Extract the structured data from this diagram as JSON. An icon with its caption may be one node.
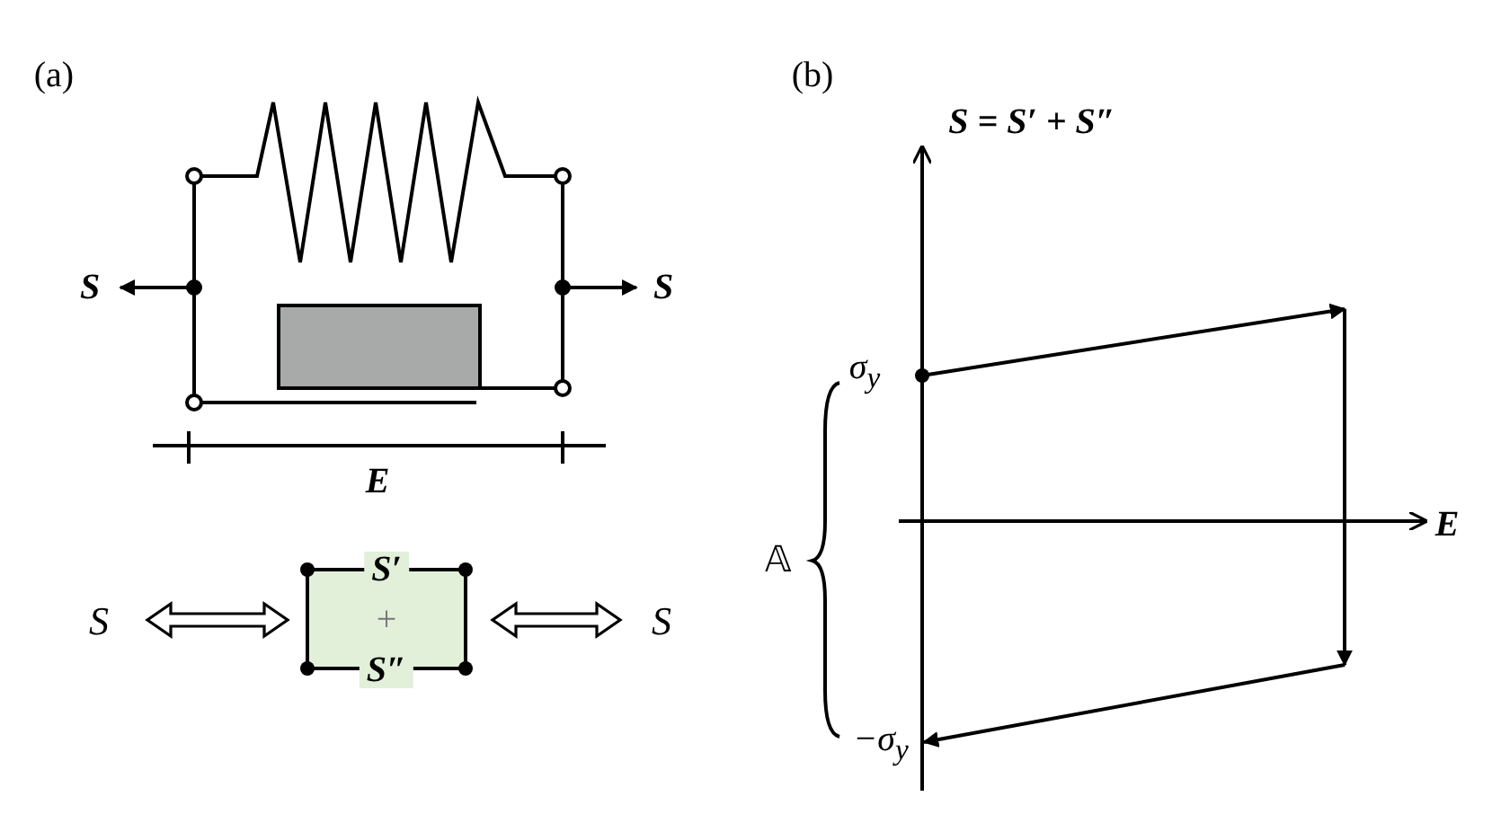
{
  "diagram": {
    "nodes": [
      {
        "text": [
          "S"
        ]
      },
      {
        "text": [
          "S′",
          "+",
          "S″"
        ]
      },
      {
        "text": [
          "S"
        ]
      }
    ],
    "edges": [
      {
        "from": 0,
        "to": 1,
        "arrow": "both"
      },
      {
        "from": 1,
        "to": 2,
        "arrow": "both"
      }
    ],
    "labels": [
      "(a)",
      "(b)",
      "S = S′ + S″",
      "S",
      "S",
      "σ$_{y}$",
      "E",
      "E",
      "𝔸",
      "−σ$_{y}$"
    ]
  }
}
